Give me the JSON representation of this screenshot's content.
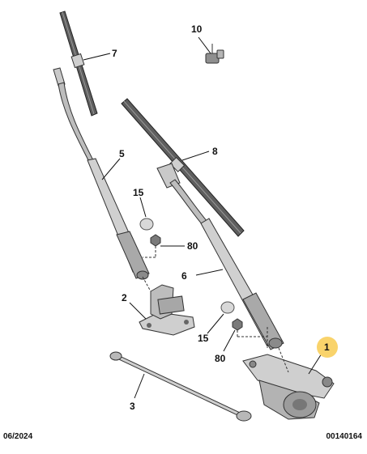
{
  "callouts": {
    "c1": "1",
    "c2": "2",
    "c3": "3",
    "c5": "5",
    "c6": "6",
    "c7": "7",
    "c8": "8",
    "c10": "10",
    "c15a": "15",
    "c15b": "15",
    "c80a": "80",
    "c80b": "80"
  },
  "footer": {
    "date": "06/2024",
    "reference": "00140164"
  },
  "colors": {
    "highlight": "#f9d36b",
    "part_fill": "#d6d6d6",
    "part_dark": "#555555",
    "outline": "#333333"
  }
}
